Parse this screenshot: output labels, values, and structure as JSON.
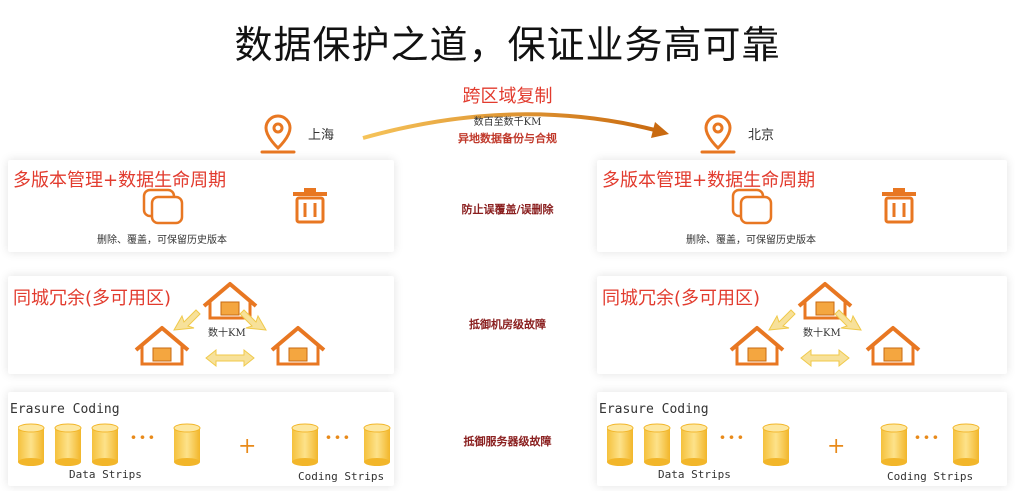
{
  "title": "数据保护之道，保证业务高可靠",
  "cross_region": {
    "label": "跨区域复制",
    "distance": "数百至数千KM",
    "purpose": "异地数据备份与合规"
  },
  "regions": [
    {
      "city": "上海",
      "versioning": {
        "title": "多版本管理+数据生命周期",
        "caption": "删除、覆盖，可保留历史版本"
      },
      "redundancy": {
        "title": "同城冗余(多可用区)",
        "distance": "数十KM"
      },
      "erasure": {
        "title": "Erasure Coding",
        "data_label": "Data Strips",
        "coding_label": "Coding Strips",
        "ellipsis": "···",
        "plus": "+"
      }
    },
    {
      "city": "北京",
      "versioning": {
        "title": "多版本管理+数据生命周期",
        "caption": "删除、覆盖，可保留历史版本"
      },
      "redundancy": {
        "title": "同城冗余(多可用区)",
        "distance": "数十KM"
      },
      "erasure": {
        "title": "Erasure Coding",
        "data_label": "Data Strips",
        "coding_label": "Coding Strips",
        "ellipsis": "···",
        "plus": "+"
      }
    }
  ],
  "middle_labels": {
    "versioning": "防止误覆盖/误删除",
    "redundancy": "抵御机房级故障",
    "erasure": "抵御服务器级故障"
  },
  "colors": {
    "accent_red": "#e23b2e",
    "orange": "#e87722",
    "cylinder": "#f7c94c"
  }
}
